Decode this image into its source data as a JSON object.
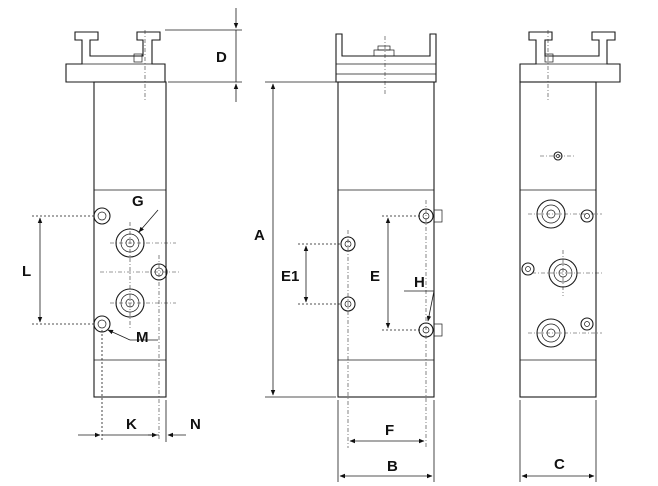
{
  "labels": {
    "A": "A",
    "B": "B",
    "C": "C",
    "D": "D",
    "E": "E",
    "E1": "E1",
    "F": "F",
    "G": "G",
    "H": "H",
    "K": "K",
    "L": "L",
    "M": "M",
    "N": "N"
  }
}
